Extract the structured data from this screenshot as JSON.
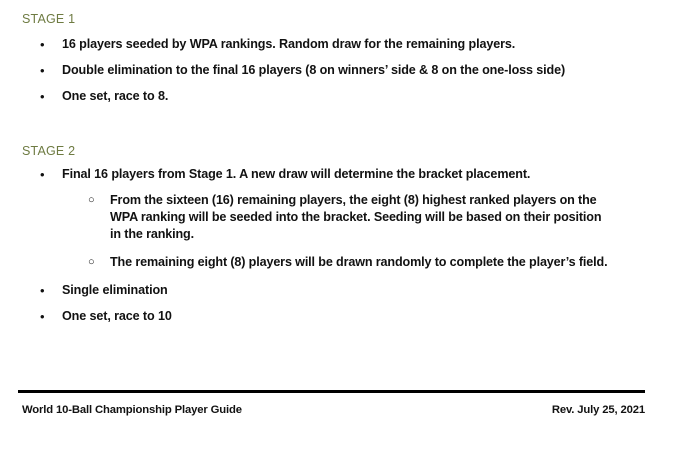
{
  "document": {
    "background_color": "#ffffff",
    "heading_color": "#6e7b42",
    "body_text_color": "#121212",
    "rule_color": "#000000"
  },
  "sections": [
    {
      "heading": "STAGE 1",
      "items": [
        {
          "level": 1,
          "marker": "disc-bullet",
          "text": "16 players seeded by WPA rankings. Random draw for the remaining players."
        },
        {
          "level": 1,
          "marker": "disc-bullet",
          "text": "Double elimination to the final 16 players (8 on winners’ side & 8 on the one-loss side)"
        },
        {
          "level": 1,
          "marker": "disc-bullet",
          "text": "One set, race to 8."
        }
      ]
    },
    {
      "heading": "STAGE 2",
      "items": [
        {
          "level": 1,
          "marker": "disc-bullet",
          "text": "Final 16 players from Stage 1. A new draw will determine the bracket placement."
        },
        {
          "level": 2,
          "marker": "circle-bullet",
          "text": "From the sixteen (16) remaining players, the eight (8) highest ranked players on the WPA ranking will be seeded into the bracket. Seeding will be based on their position in the ranking."
        },
        {
          "level": 2,
          "marker": "circle-bullet",
          "text": "The remaining eight (8) players will be drawn randomly to complete the player’s field."
        },
        {
          "level": 1,
          "marker": "disc-bullet",
          "text": "Single elimination"
        },
        {
          "level": 1,
          "marker": "disc-bullet",
          "text": "One set, race to 10"
        }
      ]
    }
  ],
  "footer": {
    "title": "World 10-Ball Championship Player Guide",
    "revision": "Rev. July 25, 2021"
  }
}
